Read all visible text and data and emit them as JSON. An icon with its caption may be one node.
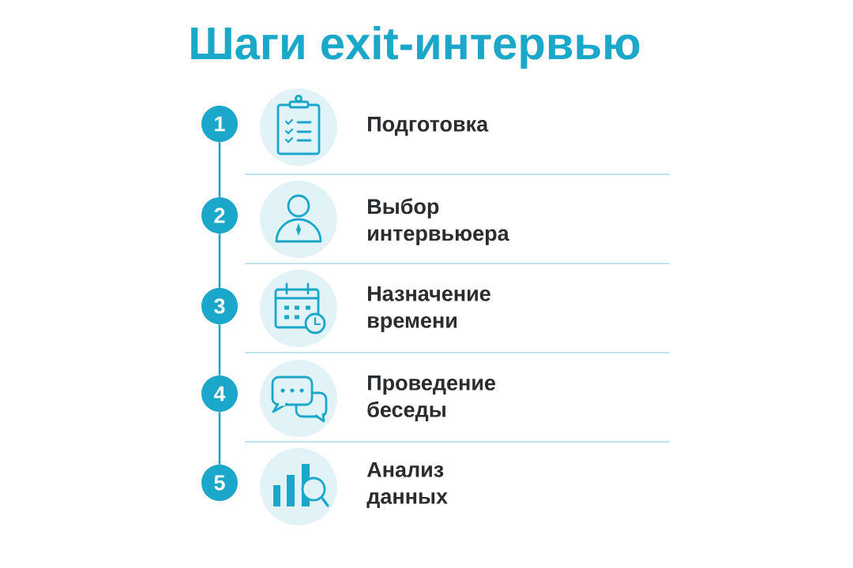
{
  "diagram": {
    "title": "Шаги exit-интервью",
    "nodes": [
      {
        "text": [
          "1"
        ]
      },
      {
        "text": [
          "2"
        ]
      },
      {
        "text": [
          "3"
        ]
      },
      {
        "text": [
          "4"
        ]
      },
      {
        "text": [
          "5"
        ]
      }
    ],
    "edges": [
      {
        "from": 0,
        "to": 1,
        "arrow": "none"
      },
      {
        "from": 1,
        "to": 2,
        "arrow": "none"
      },
      {
        "from": 2,
        "to": 3,
        "arrow": "none"
      },
      {
        "from": 3,
        "to": 4,
        "arrow": "none"
      }
    ],
    "labels": [
      "Подготовка",
      "Выбор интервьюера",
      "Назначение времени",
      "Проведение беседы",
      "Анализ данных"
    ]
  }
}
